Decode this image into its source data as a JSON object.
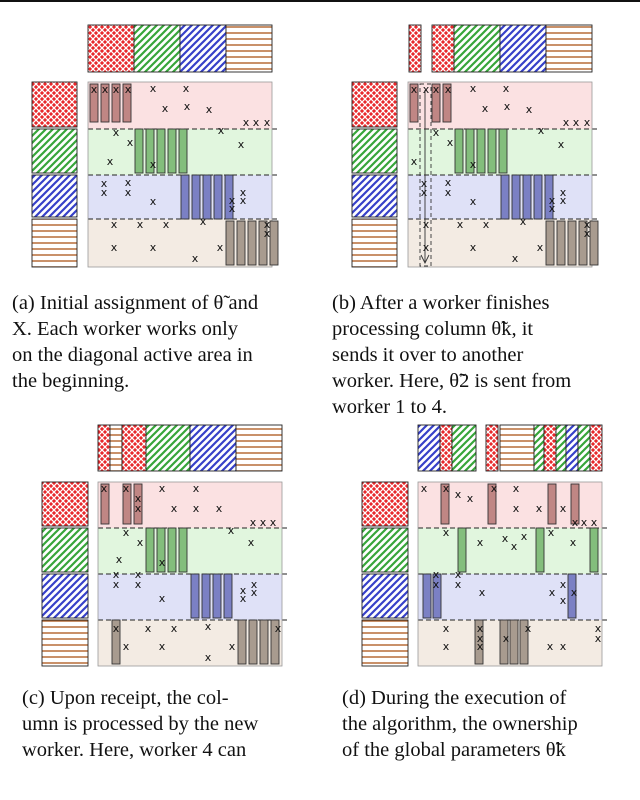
{
  "colors": {
    "red": "#e8282b",
    "green": "#37a53a",
    "blue": "#3640c8",
    "orange": "#b2622a",
    "row_bg": [
      "#fbe1e2",
      "#e1f6de",
      "#dfe1f7",
      "#f3ebe3"
    ],
    "col_fill": [
      "#c08684",
      "#83be7c",
      "#7b80c4",
      "#a89b8f"
    ]
  },
  "mark_glyph": "x",
  "panels": [
    {
      "id": "a",
      "caption": [
        "(a) Initial assignment of θ̃ and",
        "X. Each worker works only",
        "on the diagonal active area in",
        "the beginning."
      ]
    },
    {
      "id": "b",
      "caption": [
        "(b) After a worker finishes",
        "processing column θ̃k, it",
        "sends it over to another",
        "worker. Here, θ̃2 is sent from",
        "worker 1 to 4."
      ]
    },
    {
      "id": "c",
      "caption": [
        "(c) Upon receipt, the col-",
        "umn is processed by the new",
        "worker. Here, worker 4 can"
      ]
    },
    {
      "id": "d",
      "caption": [
        "(d) During the execution of",
        "the algorithm, the ownership",
        "of the global parameters θ̃k"
      ]
    }
  ]
}
